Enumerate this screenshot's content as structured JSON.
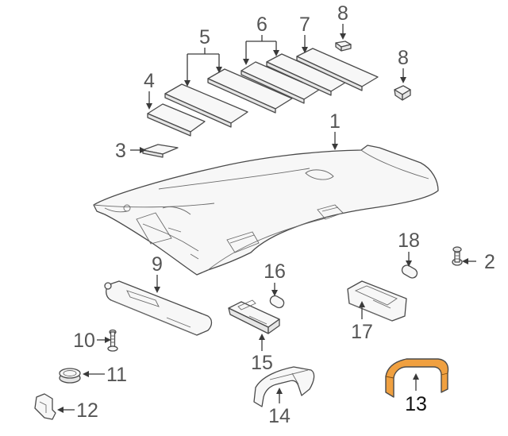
{
  "callouts": {
    "c1": "1",
    "c2": "2",
    "c3": "3",
    "c4": "4",
    "c5": "5",
    "c6": "6",
    "c7": "7",
    "c8a": "8",
    "c8b": "8",
    "c9": "9",
    "c10": "10",
    "c11": "11",
    "c12": "12",
    "c13": "13",
    "c14": "14",
    "c15": "15",
    "c16": "16",
    "c17": "17",
    "c18": "18"
  },
  "colors": {
    "line": "#4a4a4a",
    "label": "#555555",
    "highlight_fill": "#f0a040",
    "highlight_label": "#111111"
  }
}
